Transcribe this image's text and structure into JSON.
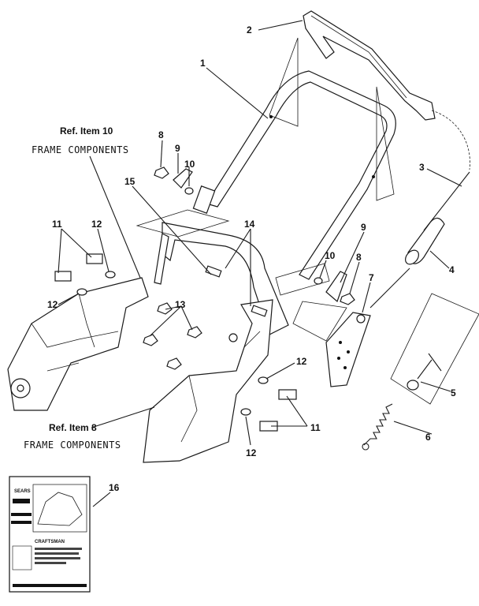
{
  "callouts": {
    "c1": "1",
    "c2": "2",
    "c3": "3",
    "c4": "4",
    "c5": "5",
    "c6": "6",
    "c7": "7",
    "c8a": "8",
    "c8b": "8",
    "c9a": "9",
    "c9b": "9",
    "c10a": "10",
    "c10b": "10",
    "c11a": "11",
    "c11b": "11",
    "c12a": "12",
    "c12b": "12",
    "c12c": "12",
    "c12d": "12",
    "c13": "13",
    "c14": "14",
    "c15": "15",
    "c16": "16"
  },
  "refs": {
    "ref10_title": "Ref. Item 10",
    "ref10_sub": "FRAME COMPONENTS",
    "ref8_title": "Ref. Item 8",
    "ref8_sub": "FRAME COMPONENTS"
  },
  "manual": {
    "brand": "SEARS",
    "brand2": "CRAFTSMAN"
  }
}
